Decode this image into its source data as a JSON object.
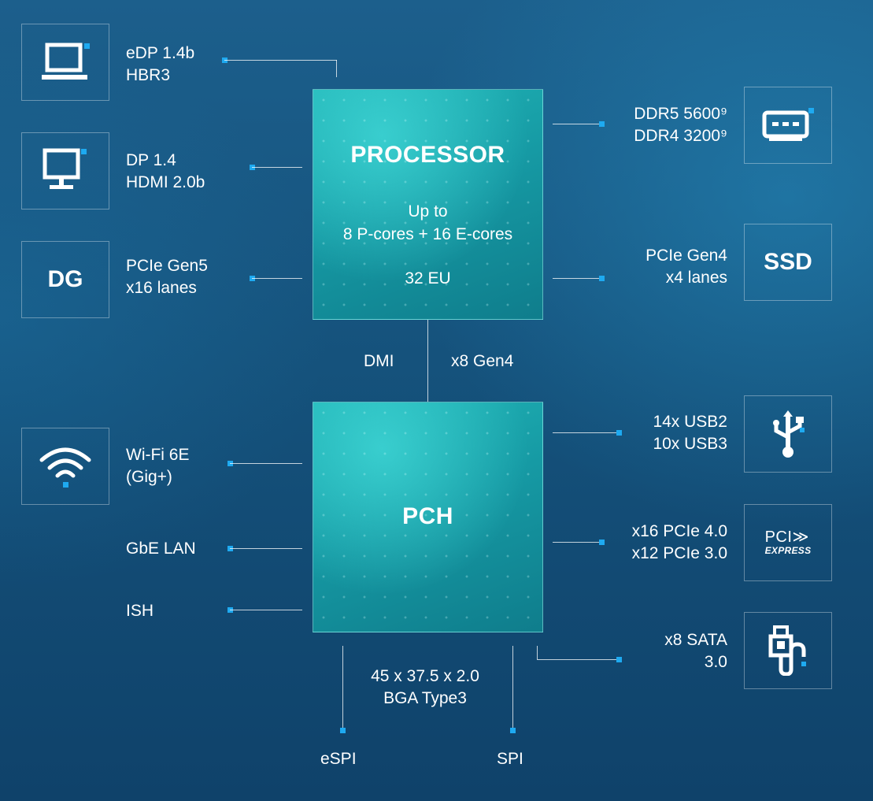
{
  "processor": {
    "title": "PROCESSOR",
    "cores_line1": "Up to",
    "cores_line2": "8 P-cores + 16 E-cores",
    "eu": "32 EU"
  },
  "pch": {
    "title": "PCH"
  },
  "dmi": {
    "left": "DMI",
    "right": "x8 Gen4"
  },
  "package": {
    "line1": "45 x 37.5 x 2.0",
    "line2": "BGA Type3"
  },
  "bottom": {
    "espi": "eSPI",
    "spi": "SPI"
  },
  "left_items": {
    "edp": {
      "line1": "eDP 1.4b",
      "line2": "HBR3",
      "icon": "laptop-icon"
    },
    "dp": {
      "line1": "DP 1.4",
      "line2": "HDMI 2.0b",
      "icon": "monitor-icon"
    },
    "dg": {
      "tag": "DG",
      "line1": "PCIe Gen5",
      "line2": "x16 lanes"
    },
    "wifi": {
      "line1": "Wi-Fi 6E",
      "line2": "(Gig+)",
      "icon": "wifi-icon"
    },
    "lan": {
      "line1": "GbE LAN"
    },
    "ish": {
      "line1": "ISH"
    }
  },
  "right_items": {
    "ddr": {
      "line1": "DDR5 5600⁹",
      "line2": "DDR4 3200⁹",
      "icon": "memory-icon"
    },
    "ssd": {
      "tag": "SSD",
      "line1": "PCIe Gen4",
      "line2": "x4 lanes"
    },
    "usb": {
      "line1": "14x USB2",
      "line2": "10x USB3",
      "icon": "usb-icon"
    },
    "pcie": {
      "line1": "x16 PCIe 4.0",
      "line2": "x12 PCIe 3.0",
      "logo_top": "PCI",
      "logo_bottom": "EXPRESS"
    },
    "sata": {
      "line1": "x8 SATA",
      "line2": "3.0",
      "icon": "sata-icon"
    }
  },
  "colors": {
    "accent": "#1eaaf1",
    "chip": "#169aa4",
    "background": "#15527c"
  }
}
